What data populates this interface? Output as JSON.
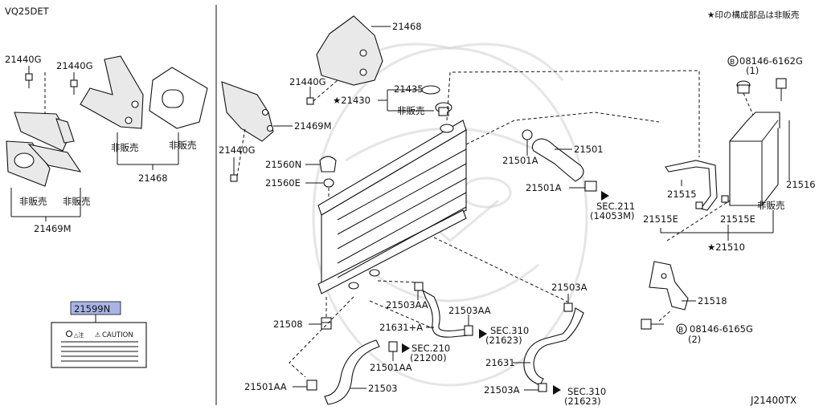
{
  "engine": "VQ25DET",
  "footnote": "★印の構成部品は非販売",
  "diagram_code": "J21400TX",
  "not_sold": "非販売",
  "caption_label": {
    "part": "21599N",
    "text": "CAUTION",
    "mini_left": "△注",
    "mini_mid": "⚠"
  },
  "parts": {
    "p21440g_a": "21440G",
    "p21440g_b": "21440G",
    "p21440g_c": "21440G",
    "p21440g_d": "21440G",
    "p21468_a": "21468",
    "p21468_b": "21468",
    "p21469m_a": "21469M",
    "p21469m_b": "21469M",
    "p21435": "21435",
    "p21430": "★21430",
    "p21560n": "21560N",
    "p21560e": "21560E",
    "p21501": "21501",
    "p21501a_a": "21501A",
    "p21501a_b": "21501A",
    "p21501aa_a": "21501AA",
    "p21501aa_b": "21501AA",
    "p21503": "21503",
    "p21503a_a": "21503A",
    "p21503a_b": "21503A",
    "p21503aa_a": "21503AA",
    "p21503aa_b": "21503AA",
    "p21631a": "21631+A",
    "p21631": "21631",
    "p21508": "21508",
    "p21515": "21515",
    "p21515e_a": "21515E",
    "p21515e_b": "21515E",
    "p21516": "21516",
    "p21510": "★21510",
    "p21518": "21518",
    "bolt_top": "08146-6162G",
    "bolt_top_qty": "(1)",
    "bolt_bot": "08146-6165G",
    "bolt_bot_qty": "(2)",
    "bolt_badge": "B"
  },
  "sections": {
    "sec211": "SEC.211",
    "sec211_sub": "(14053M)",
    "sec310_a": "SEC.310",
    "sec310_a_sub": "(21623)",
    "sec310_b": "SEC.310",
    "sec310_b_sub": "(21623)",
    "sec210": "SEC.210",
    "sec210_sub": "(21200)"
  }
}
